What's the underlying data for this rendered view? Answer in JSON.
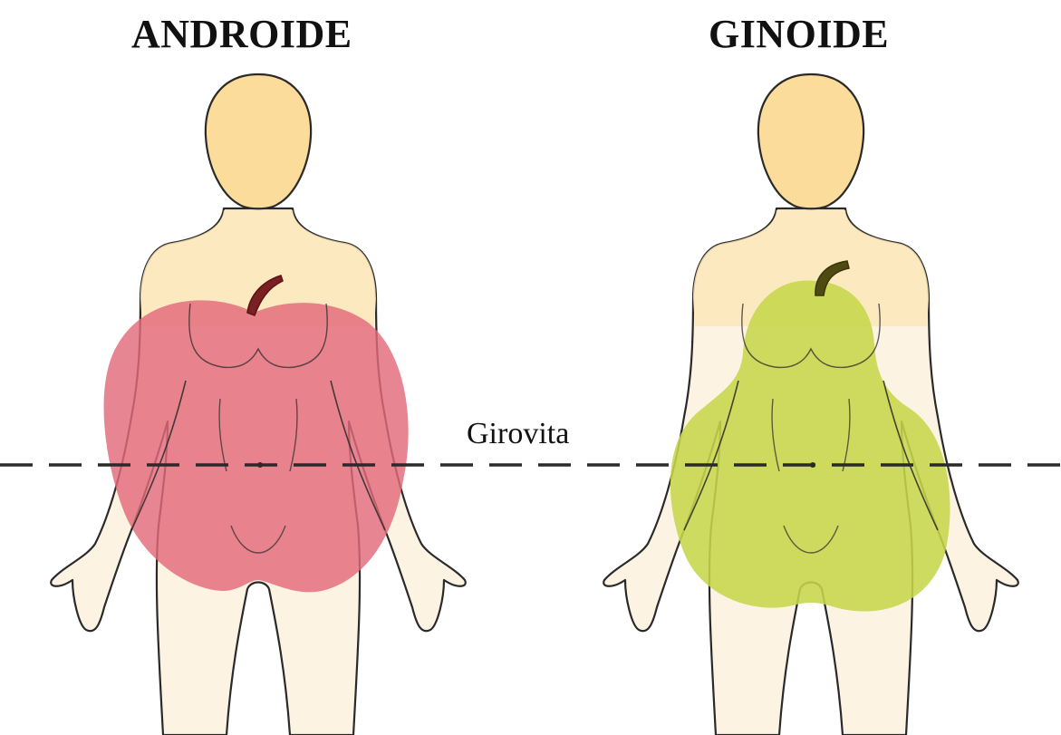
{
  "titles": {
    "left": "ANDROIDE",
    "right": "GINOIDE"
  },
  "waist_label": "Girovita",
  "colors": {
    "skin": "#fdf3e3",
    "head": "#fcdc9a",
    "torso": "#fde6b8",
    "outline": "#2a2a2a",
    "apple": "#e36a7a",
    "apple_stem": "#7a1f22",
    "pear": "#c6d64a",
    "pear_stem": "#4f4a12",
    "dash_line": "#2a2a2a"
  }
}
